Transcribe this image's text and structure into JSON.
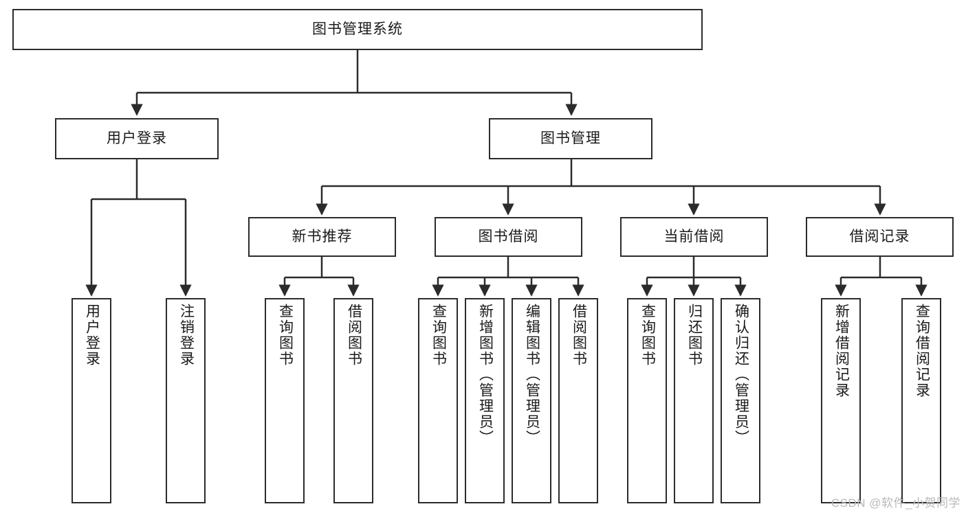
{
  "diagram": {
    "title": "图书管理系统",
    "type": "tree-hierarchy",
    "watermark": "CSDN @软件_小贺同学",
    "colors": {
      "box_border": "#2b2b2b",
      "box_fill": "#ffffff",
      "edge": "#2b2b2b",
      "text": "#1a1a1a",
      "watermark": "#b9b9b9",
      "background": "#ffffff"
    }
  },
  "nodes": {
    "root": {
      "label": "图书管理系统"
    },
    "level1": [
      {
        "id": "user-login",
        "label": "用户登录"
      },
      {
        "id": "book-manage",
        "label": "图书管理"
      }
    ],
    "level2": [
      {
        "id": "new-book-recommend",
        "label": "新书推荐"
      },
      {
        "id": "book-borrow",
        "label": "图书借阅"
      },
      {
        "id": "current-borrow",
        "label": "当前借阅"
      },
      {
        "id": "borrow-record",
        "label": "借阅记录"
      }
    ],
    "leaves": {
      "user-login": [
        {
          "id": "leaf-user-login",
          "label": "用户登录"
        },
        {
          "id": "leaf-logout",
          "label": "注销登录"
        }
      ],
      "new-book-recommend": [
        {
          "id": "leaf-query-book-1",
          "label": "查询图书"
        },
        {
          "id": "leaf-borrow-book-1",
          "label": "借阅图书"
        }
      ],
      "book-borrow": [
        {
          "id": "leaf-query-book-2",
          "label": "查询图书"
        },
        {
          "id": "leaf-add-book",
          "label": "新增图书（管理员）"
        },
        {
          "id": "leaf-edit-book",
          "label": "编辑图书（管理员）"
        },
        {
          "id": "leaf-borrow-book-2",
          "label": "借阅图书"
        }
      ],
      "current-borrow": [
        {
          "id": "leaf-query-book-3",
          "label": "查询图书"
        },
        {
          "id": "leaf-return-book",
          "label": "归还图书"
        },
        {
          "id": "leaf-confirm-return",
          "label": "确认归还（管理员）"
        }
      ],
      "borrow-record": [
        {
          "id": "leaf-add-record",
          "label": "新增借阅记录"
        },
        {
          "id": "leaf-query-record",
          "label": "查询借阅记录"
        }
      ]
    }
  }
}
